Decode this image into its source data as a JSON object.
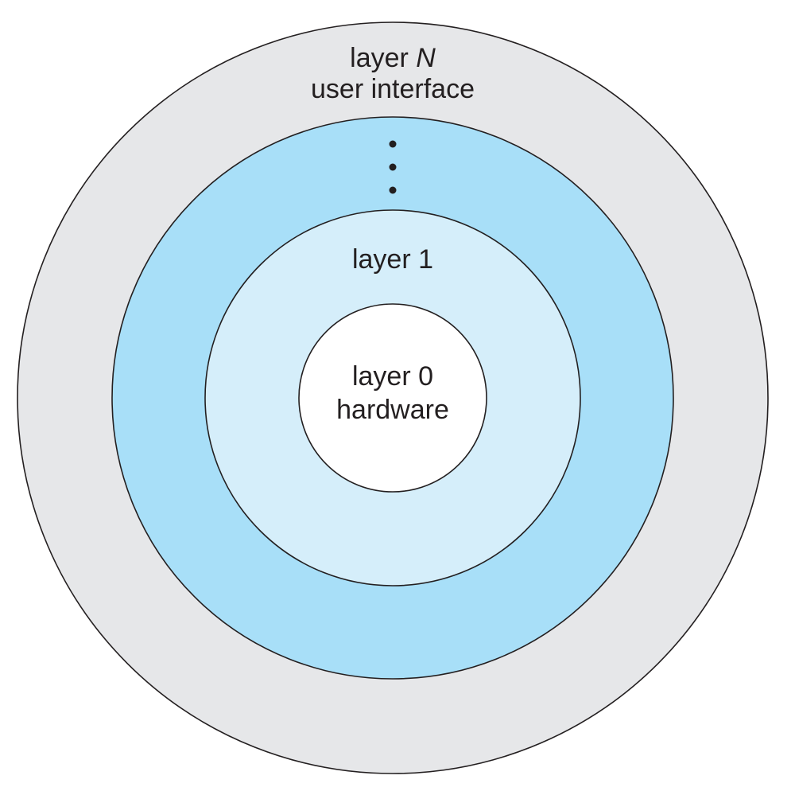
{
  "colors": {
    "outer_ring": "#e6e7e9",
    "middle_ring": "#a8dff8",
    "inner_ring": "#d5eefa",
    "core": "#ffffff",
    "outline": "#231f20"
  },
  "layers": {
    "outer": {
      "name_prefix": "layer ",
      "name_variable": "N",
      "role": "user interface"
    },
    "middle": {
      "ellipsis": "…"
    },
    "inner": {
      "name": "layer 1"
    },
    "core": {
      "name": "layer 0",
      "role": "hardware"
    }
  }
}
